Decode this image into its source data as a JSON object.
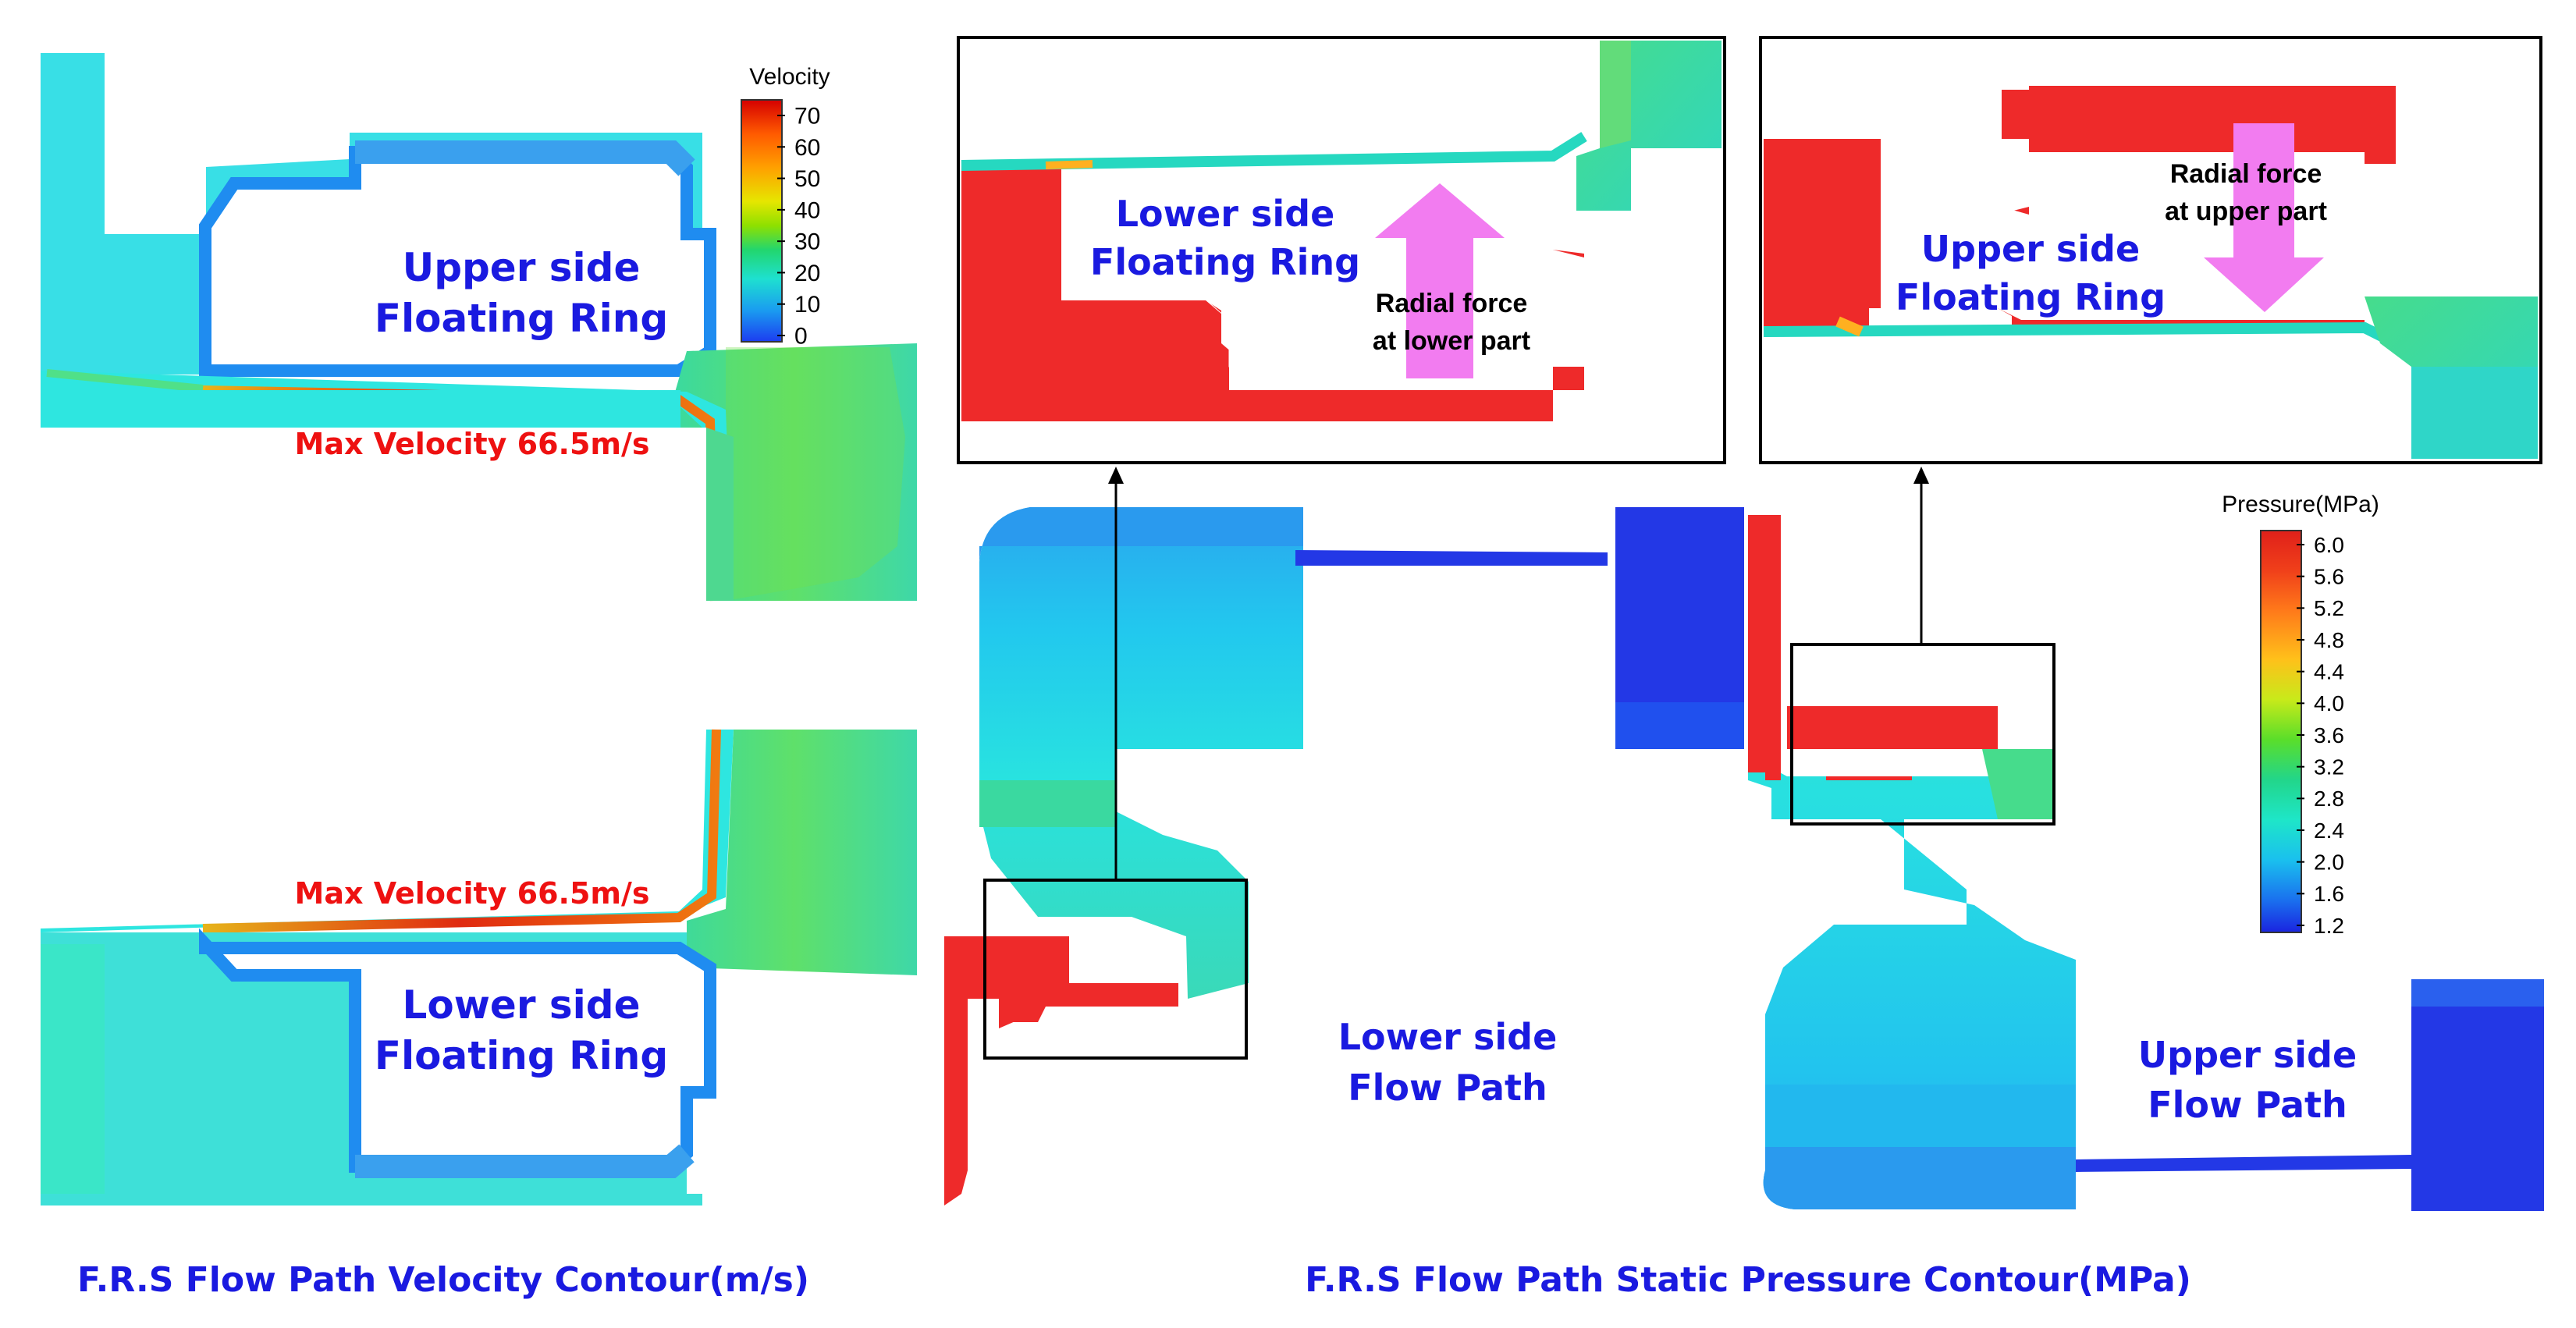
{
  "velocity_panel": {
    "upper_ring_label": [
      "Upper side",
      "Floating Ring"
    ],
    "lower_ring_label": [
      "Lower side",
      "Floating Ring"
    ],
    "max_velocity_upper": "Max Velocity 66.5m/s",
    "max_velocity_lower": "Max Velocity 66.5m/s",
    "caption": "F.R.S Flow Path Velocity Contour(m/s)"
  },
  "velocity_legend": {
    "title": "Velocity",
    "ticks": [
      "70",
      "60",
      "50",
      "40",
      "30",
      "20",
      "10",
      "0"
    ],
    "colors": [
      "#d50000",
      "#ff5a00",
      "#ffa000",
      "#e6e600",
      "#8ee000",
      "#22d66e",
      "#1ee0d0",
      "#1a9cf0",
      "#1c3cf0"
    ]
  },
  "pressure_panel": {
    "zoom_left": {
      "ring_label": [
        "Lower side",
        "Floating Ring"
      ],
      "force_label": [
        "Radial force",
        "at lower part"
      ]
    },
    "zoom_right": {
      "ring_label": [
        "Upper side",
        "Floating Ring"
      ],
      "force_label": [
        "Radial force",
        "at upper part"
      ]
    },
    "lower_flow_path_label": [
      "Lower side",
      "Flow Path"
    ],
    "upper_flow_path_label": [
      "Upper side",
      "Flow Path"
    ],
    "caption": "F.R.S Flow Path Static Pressure Contour(MPa)"
  },
  "pressure_legend": {
    "title": "Pressure(MPa)",
    "ticks": [
      "6.0",
      "5.6",
      "5.2",
      "4.8",
      "4.4",
      "4.0",
      "3.6",
      "3.2",
      "2.8",
      "2.4",
      "2.0",
      "1.6",
      "1.2"
    ],
    "colors": [
      "#e0201a",
      "#f0401a",
      "#ff6a1a",
      "#ff9a1a",
      "#ffd01a",
      "#e0ee1a",
      "#9ee61a",
      "#4ede2a",
      "#22d68a",
      "#1ee6c8",
      "#1ac0ee",
      "#1a84ee",
      "#1a4cee",
      "#1a24e0"
    ]
  },
  "colors": {
    "label_blue": "#1a1ae0",
    "label_red": "#ee1111",
    "high_pressure": "#ee2a2a",
    "cyan_field": "#2ee6e0",
    "low_blue": "#2338e6",
    "force_arrow": "#f27cf0"
  }
}
